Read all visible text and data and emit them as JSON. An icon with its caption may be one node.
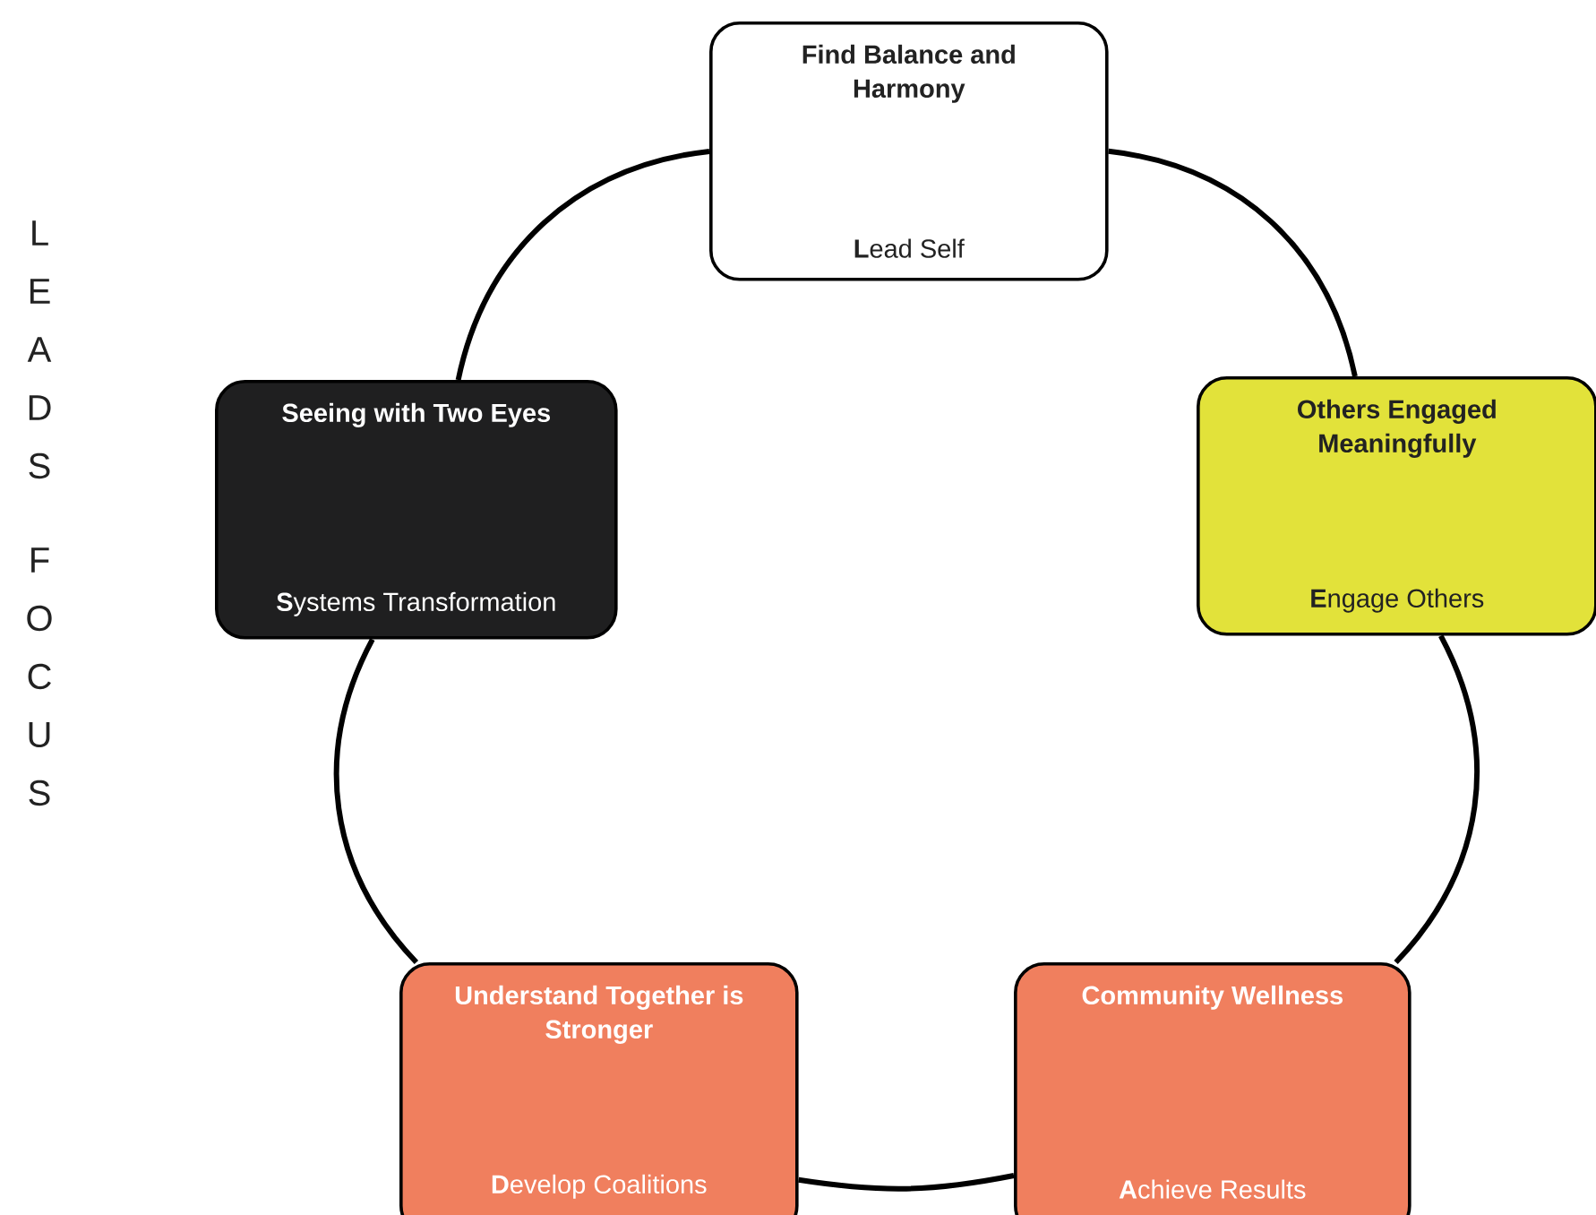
{
  "diagram": {
    "nodes": [
      {
        "text": [
          "Find Balance and Harmony",
          "**L**ead Self"
        ]
      },
      {
        "text": [
          "Others Engaged Meaningfully",
          "**E**ngage Others"
        ]
      },
      {
        "text": [
          "Community Wellness",
          "**A**chieve Results"
        ]
      },
      {
        "text": [
          "Understand Together is Stronger",
          "**D**evelop Coalitions"
        ]
      },
      {
        "text": [
          "Seeing with Two Eyes",
          "**S**ystems Transformation"
        ]
      }
    ],
    "edges": [
      {
        "from": 0,
        "to": 1,
        "arrow": "none"
      },
      {
        "from": 1,
        "to": 2,
        "arrow": "none"
      },
      {
        "from": 2,
        "to": 3,
        "arrow": "none"
      },
      {
        "from": 3,
        "to": 4,
        "arrow": "none"
      },
      {
        "from": 4,
        "to": 0,
        "arrow": "none"
      }
    ],
    "labels": [
      "L",
      "E",
      "A",
      "D",
      "S",
      "F",
      "O",
      "C",
      "U",
      "S"
    ]
  }
}
